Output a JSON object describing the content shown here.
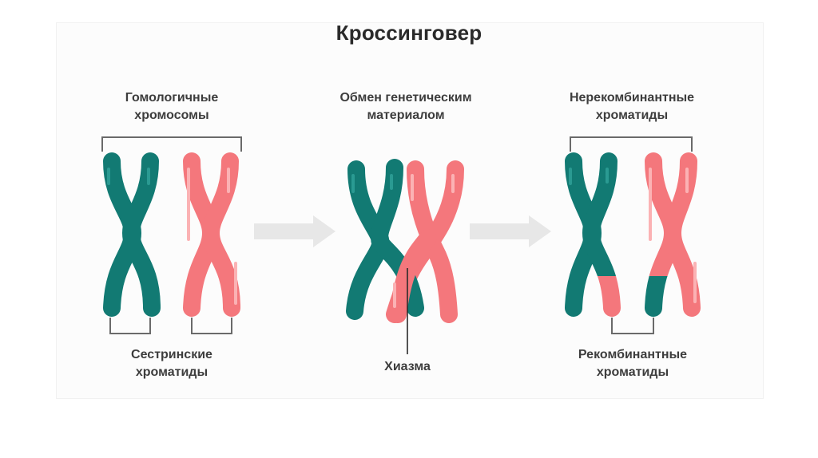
{
  "title": "Кроссинговер",
  "labels": {
    "homologous": [
      "Гомологичные",
      "хромосомы"
    ],
    "sister": [
      "Сестринские",
      "хроматиды"
    ],
    "exchange": [
      "Обмен генетическим",
      "материалом"
    ],
    "chiasma": "Хиазма",
    "nonrecombinant": [
      "Нерекомбинантные",
      "хроматиды"
    ],
    "recombinant": [
      "Рекомбинантные",
      "хроматиды"
    ]
  },
  "colors": {
    "teal": "#127a73",
    "teal_light": "#2a9a92",
    "pink": "#f4777c",
    "pink_light": "#fbb2b4",
    "arrow": "#e7e7e7",
    "bracket": "#6a6a6a"
  }
}
